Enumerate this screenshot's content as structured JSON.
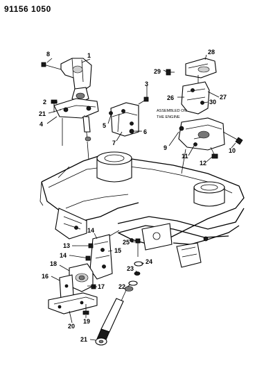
{
  "header": {
    "ref": "91156 1050"
  },
  "note": {
    "line1": "ASSEMBLED ON",
    "line2": "THE ENGINE"
  },
  "callouts": [
    {
      "id": "c8",
      "text": "8"
    },
    {
      "id": "c1",
      "text": "1"
    },
    {
      "id": "c2",
      "text": "2"
    },
    {
      "id": "c21a",
      "text": "21"
    },
    {
      "id": "c4",
      "text": "4"
    },
    {
      "id": "c5",
      "text": "5"
    },
    {
      "id": "c7",
      "text": "7"
    },
    {
      "id": "c3",
      "text": "3"
    },
    {
      "id": "c6",
      "text": "6"
    },
    {
      "id": "c28",
      "text": "28"
    },
    {
      "id": "c29",
      "text": "29"
    },
    {
      "id": "c26",
      "text": "26"
    },
    {
      "id": "c27",
      "text": "27"
    },
    {
      "id": "c30",
      "text": "30"
    },
    {
      "id": "c9",
      "text": "9"
    },
    {
      "id": "c11",
      "text": "11"
    },
    {
      "id": "c12",
      "text": "12"
    },
    {
      "id": "c10",
      "text": "10"
    },
    {
      "id": "c14a",
      "text": "14"
    },
    {
      "id": "c13",
      "text": "13"
    },
    {
      "id": "c14b",
      "text": "14"
    },
    {
      "id": "c15",
      "text": "15"
    },
    {
      "id": "c18",
      "text": "18"
    },
    {
      "id": "c16",
      "text": "16"
    },
    {
      "id": "c17",
      "text": "17"
    },
    {
      "id": "c19",
      "text": "19"
    },
    {
      "id": "c20",
      "text": "20"
    },
    {
      "id": "c25",
      "text": "25"
    },
    {
      "id": "c24",
      "text": "24"
    },
    {
      "id": "c23",
      "text": "23"
    },
    {
      "id": "c22",
      "text": "22"
    },
    {
      "id": "c21b",
      "text": "21"
    }
  ]
}
